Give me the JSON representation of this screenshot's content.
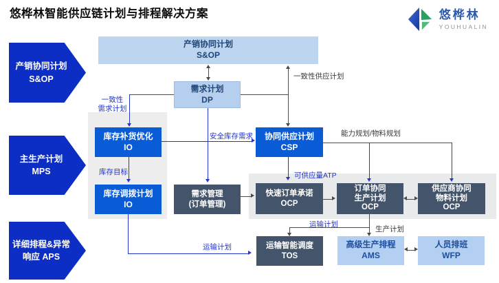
{
  "title": "悠桦林智能供应链计划与排程解决方案",
  "logo": {
    "name_cn": "悠桦林",
    "name_en": "YOUHUALIN"
  },
  "colors": {
    "chevron_blue": "#0d2ec5",
    "vivid_blue": "#0a5cd6",
    "slate": "#44546a",
    "light_blue": "#bdd5ee",
    "connector_blue": "#2436c8",
    "accent_green": "#2aa15e"
  },
  "left_nav": [
    {
      "line1": "产销协同计划",
      "line2": "S&OP"
    },
    {
      "line1": "主生产计划",
      "line2": "MPS"
    },
    {
      "line1": "详细排程&异常",
      "line2": "响应 APS"
    }
  ],
  "boxes": {
    "sop": {
      "line1": "产销协同计划",
      "line2": "S&OP"
    },
    "dp": {
      "line1": "需求计划",
      "line2": "DP"
    },
    "io1": {
      "line1": "库存补货优化",
      "line2": "IO"
    },
    "io2": {
      "line1": "库存调拨计划",
      "line2": "IO"
    },
    "csp": {
      "line1": "协同供应计划",
      "line2": "CSP"
    },
    "dm": {
      "line1": "需求管理",
      "line2": "(订单管理)"
    },
    "ocp1": {
      "line1": "快速订单承诺",
      "line2": "OCP"
    },
    "ocp2": {
      "line1": "订单协同",
      "line2": "生产计划",
      "line3": "OCP"
    },
    "ocp3": {
      "line1": "供应商协同",
      "line2": "物料计划",
      "line3": "OCP"
    },
    "tos": {
      "line1": "运输智能调度",
      "line2": "TOS"
    },
    "ams": {
      "line1": "高级生产排程",
      "line2": "AMS"
    },
    "wfp": {
      "line1": "人员排班",
      "line2": "WFP"
    }
  },
  "labels": {
    "consistent_demand_1": "一致性",
    "consistent_demand_2": "需求计划",
    "consistent_supply": "一致性供应计划",
    "safety_stock": "安全库存需求",
    "inventory_target": "库存目标",
    "capacity_material": "能力规划/物料规划",
    "atp": "可供应量ATP",
    "transport_plan_left": "运输计划",
    "transport_plan_mid": "运输计划",
    "production_plan": "生产计划"
  }
}
